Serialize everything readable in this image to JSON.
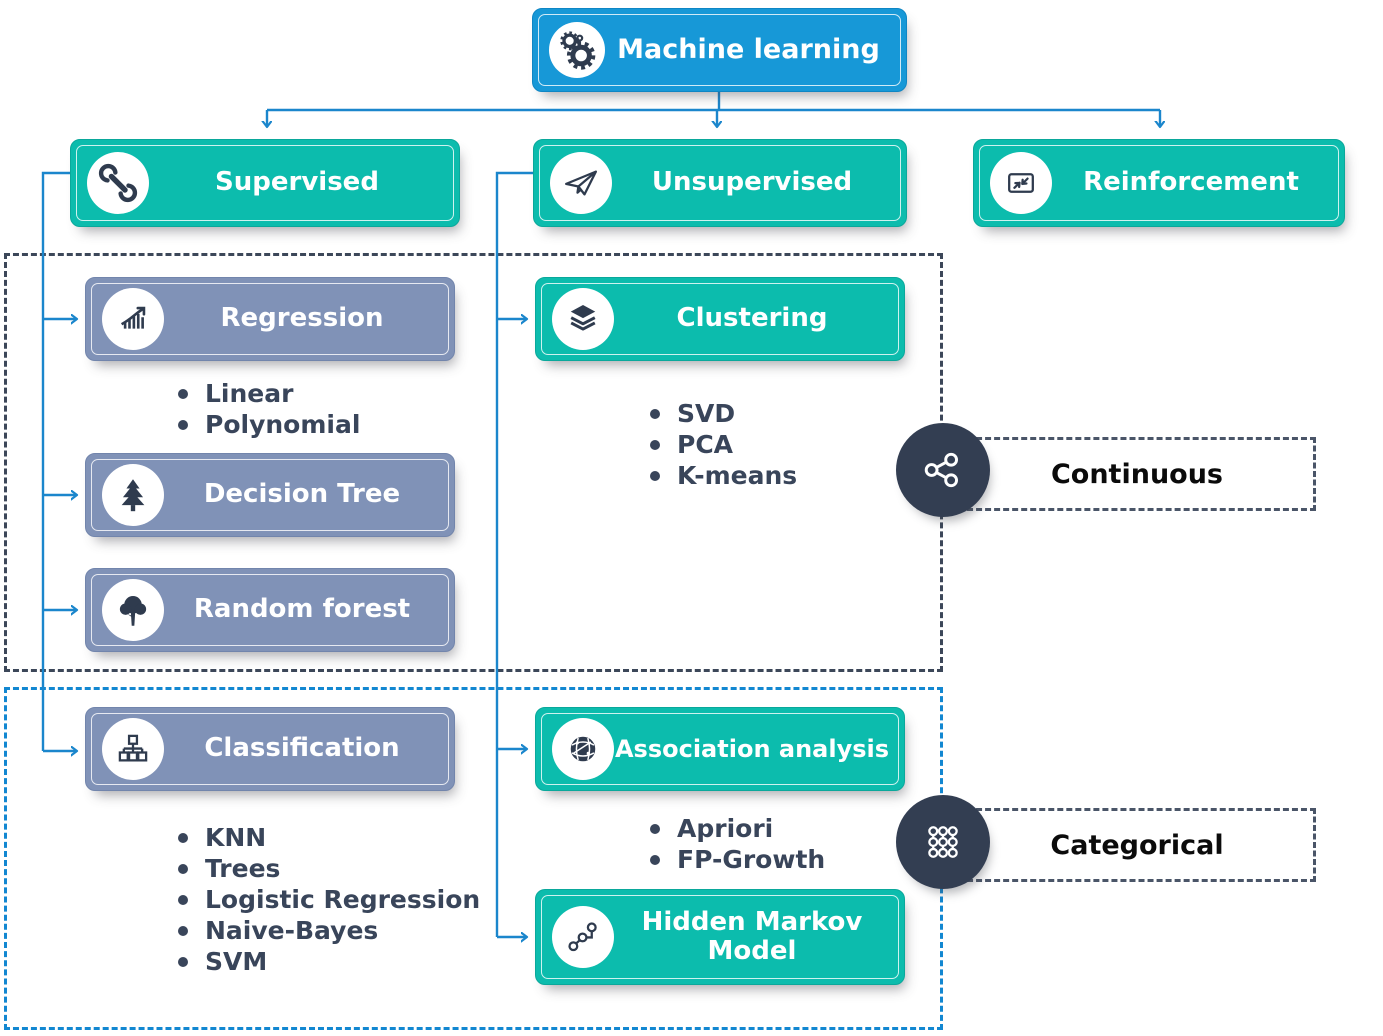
{
  "root": {
    "label": "Machine learning",
    "icon": "gears-icon"
  },
  "branches": {
    "supervised": {
      "label": "Supervised",
      "icon": "wrench-icon"
    },
    "unsupervised": {
      "label": "Unsupervised",
      "icon": "paper-plane-icon"
    },
    "reinforcement": {
      "label": "Reinforcement",
      "icon": "shrink-arrows-icon"
    }
  },
  "nodes": {
    "regression": {
      "label": "Regression",
      "icon": "trend-chart-icon",
      "items": [
        "Linear",
        "Polynomial"
      ]
    },
    "decision_tree": {
      "label": "Decision Tree",
      "icon": "pine-tree-icon"
    },
    "random_forest": {
      "label": "Random forest",
      "icon": "round-tree-icon"
    },
    "classification": {
      "label": "Classification",
      "icon": "hierarchy-icon",
      "items": [
        "KNN",
        "Trees",
        "Logistic Regression",
        "Naive-Bayes",
        "SVM"
      ]
    },
    "clustering": {
      "label": "Clustering",
      "icon": "layers-icon",
      "items": [
        "SVD",
        "PCA",
        "K-means"
      ]
    },
    "association": {
      "label": "Association analysis",
      "icon": "globe-network-icon",
      "items": [
        "Apriori",
        "FP-Growth"
      ]
    },
    "hmm": {
      "label": "Hidden Markov Model",
      "icon": "markov-chain-icon"
    }
  },
  "badges": {
    "continuous": {
      "label": "Continuous",
      "icon": "share-nodes-icon"
    },
    "categorical": {
      "label": "Categorical",
      "icon": "dot-grid-icon"
    }
  },
  "colors": {
    "root_blue": "#1798d7",
    "teal": "#0cbcad",
    "slate_blue": "#8092b7",
    "icon_dark": "#2f3b4e",
    "connector_blue": "#1b86cc",
    "dashed_dark": "#3c4759",
    "dashed_blue": "#1287d1",
    "bullet_text": "#39455a"
  }
}
